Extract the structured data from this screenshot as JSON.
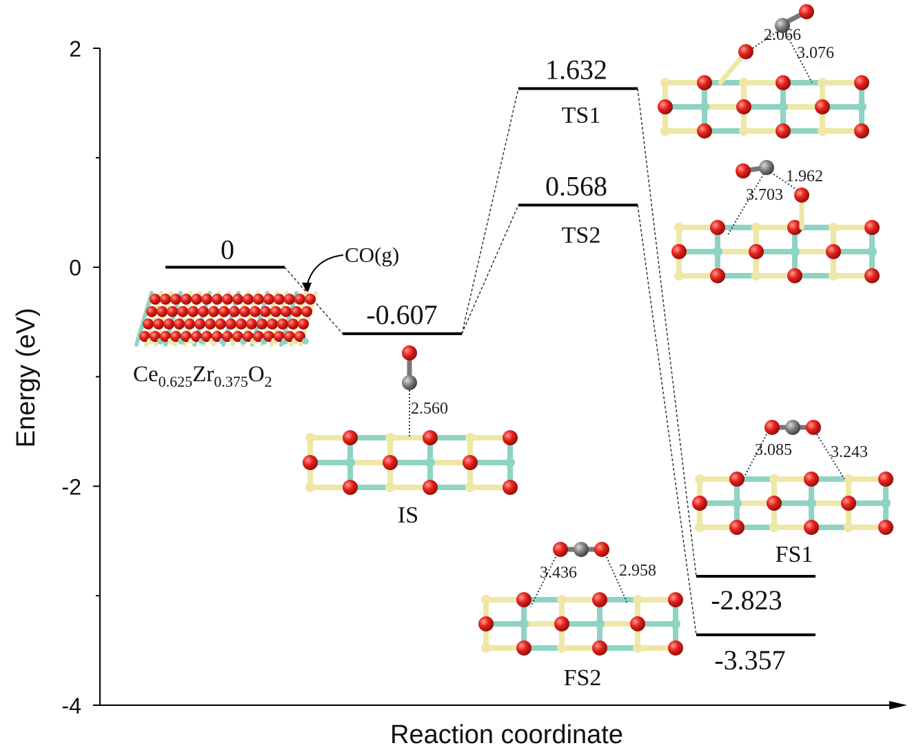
{
  "chart_data": {
    "type": "energy-profile",
    "title": "",
    "xlabel": "Reaction coordinate",
    "ylabel": "Energy (eV)",
    "ylim": [
      -4,
      2
    ],
    "yticks": [
      "2",
      "0",
      "-2",
      "-4"
    ],
    "levels": [
      {
        "id": "start",
        "energy": 0,
        "value_label": "0",
        "state_label": ""
      },
      {
        "id": "is",
        "energy": -0.607,
        "value_label": "-0.607",
        "state_label": "IS"
      },
      {
        "id": "ts1",
        "energy": 1.632,
        "value_label": "1.632",
        "state_label": "TS1"
      },
      {
        "id": "ts2",
        "energy": 0.568,
        "value_label": "0.568",
        "state_label": "TS2"
      },
      {
        "id": "fs1",
        "energy": -2.823,
        "value_label": "-2.823",
        "state_label": "FS1"
      },
      {
        "id": "fs2",
        "energy": -3.357,
        "value_label": "-3.357",
        "state_label": "FS2"
      }
    ],
    "pathways": [
      [
        "start",
        "is",
        "ts1",
        "fs1"
      ],
      [
        "start",
        "is",
        "ts2",
        "fs2"
      ]
    ],
    "annotations": {
      "gas": "CO(g)",
      "catalyst": {
        "base": [
          "Ce",
          "Zr",
          "O"
        ],
        "subscripts": [
          "0.625",
          "0.375",
          "2"
        ]
      },
      "distances": {
        "is": [
          "2.560"
        ],
        "ts1": [
          "2.066",
          "3.076"
        ],
        "ts2": [
          "1.962",
          "3.703"
        ],
        "fs1": [
          "3.085",
          "3.243"
        ],
        "fs2": [
          "3.436",
          "2.958"
        ]
      }
    },
    "colors": {
      "oxygen": "#e8231e",
      "carbon": "#7f7f7f",
      "cerium": "#efe7a7",
      "zirconium": "#8fd4c2",
      "line": "#000000"
    }
  }
}
